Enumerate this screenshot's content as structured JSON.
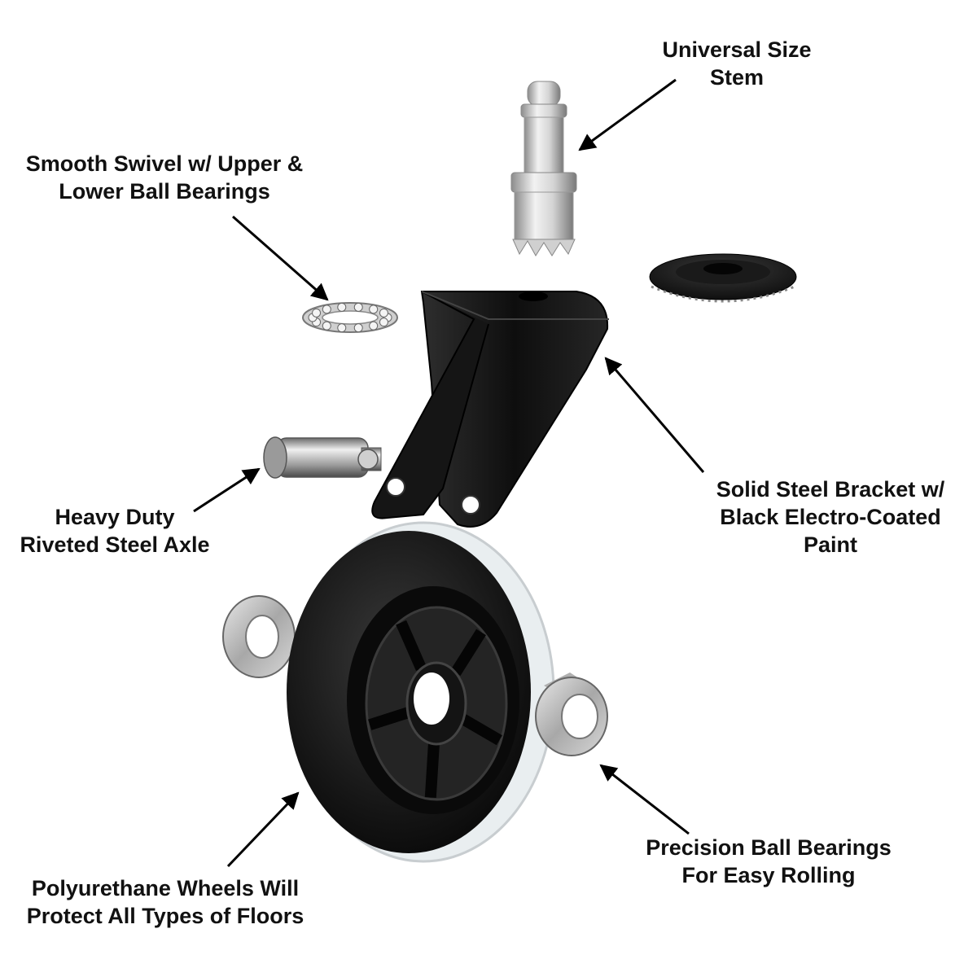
{
  "callouts": {
    "stem": {
      "lines": [
        "Universal Size",
        "Stem"
      ]
    },
    "swivel": {
      "lines": [
        "Smooth Swivel w/ Upper &",
        "Lower Ball Bearings"
      ]
    },
    "bracket": {
      "lines": [
        "Solid Steel Bracket w/",
        "Black Electro-Coated",
        "Paint"
      ]
    },
    "axle": {
      "lines": [
        "Heavy Duty",
        "Riveted Steel Axle"
      ]
    },
    "bearing": {
      "lines": [
        "Precision Ball Bearings",
        "For Easy Rolling"
      ]
    },
    "wheel": {
      "lines": [
        "Polyurethane Wheels Will",
        "Protect All Types of Floors"
      ]
    }
  },
  "colors": {
    "label_text": "#111111",
    "arrow": "#000000",
    "bracket": "#1a1a1a",
    "wheel_tire": "#121212",
    "steel": "#c8c8c8"
  },
  "parts": [
    "stem",
    "swivel-ring",
    "cap",
    "bracket",
    "axle",
    "wheel",
    "bearing-left",
    "bearing-right"
  ]
}
